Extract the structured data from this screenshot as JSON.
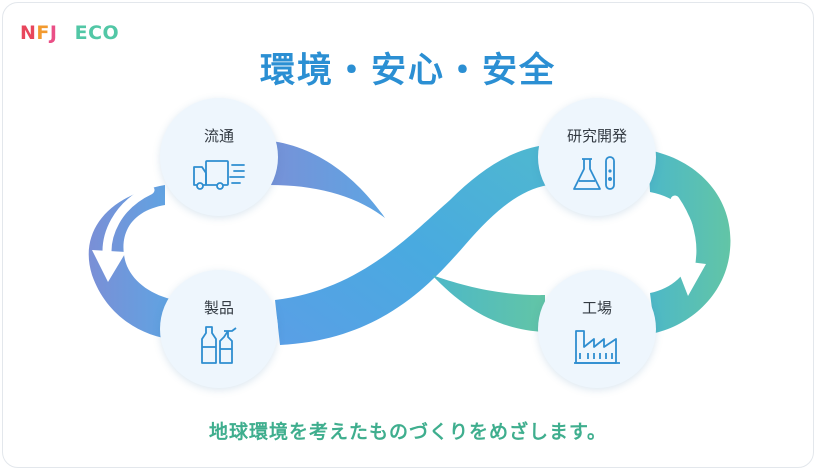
{
  "logo": {
    "nfj_letters": [
      "N",
      "F",
      "J"
    ],
    "nfj_colors": [
      "#e8465c",
      "#f29a2e",
      "#ea4f86"
    ],
    "eco": "ECO"
  },
  "title": "環境・安心・安全",
  "nodes": {
    "distribution": {
      "label": "流通",
      "icon": "delivery-truck-icon"
    },
    "rnd": {
      "label": "研究開発",
      "icon": "lab-flask-icon"
    },
    "product": {
      "label": "製品",
      "icon": "bottles-icon"
    },
    "factory": {
      "label": "工場",
      "icon": "factory-icon"
    }
  },
  "tagline": "地球環境を考えたものづくりをめざします。",
  "colors": {
    "title": "#2b8fd3",
    "tagline": "#3fae8e",
    "loop_left": "#6f8fd3",
    "loop_center": "#4aa8e2",
    "loop_right": "#5fc2a8",
    "icon": "#2f8ed0"
  }
}
